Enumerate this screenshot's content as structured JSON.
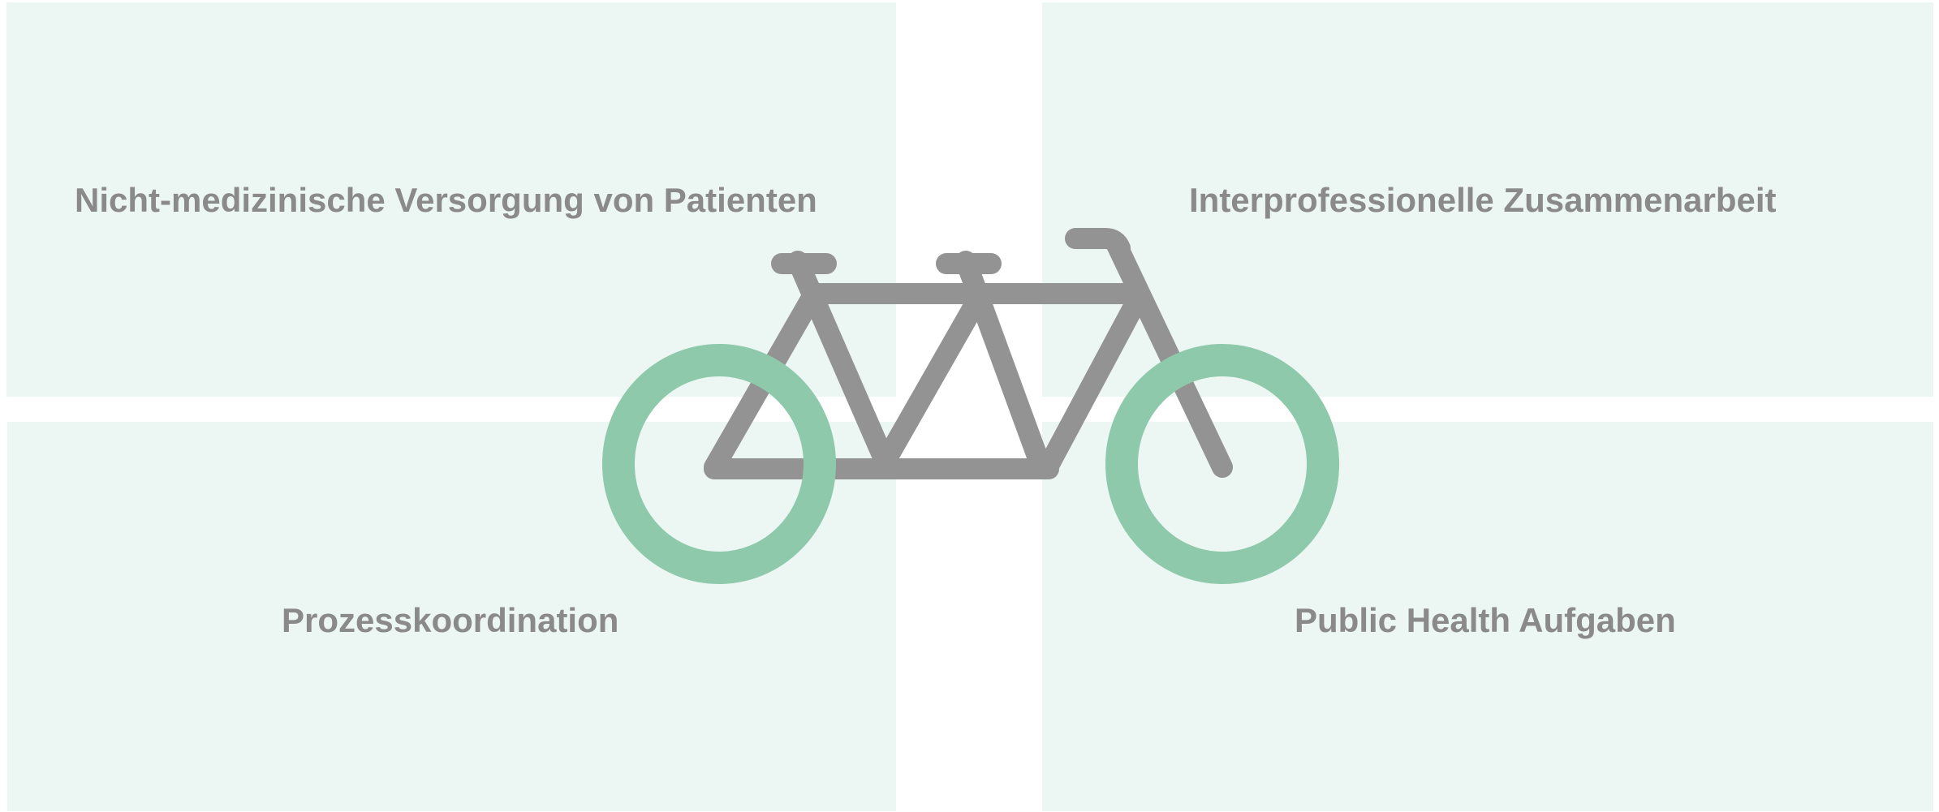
{
  "diagram": {
    "quadrants": [
      {
        "id": "top-left",
        "label": "Nicht-medizinische Versorgung von Patienten"
      },
      {
        "id": "top-right",
        "label": "Interprofessionelle Zusammenarbeit"
      },
      {
        "id": "bottom-left",
        "label": "Prozesskoordination"
      },
      {
        "id": "bottom-right",
        "label": "Public Health Aufgaben"
      }
    ],
    "center_icon": "tandem-bicycle-icon",
    "colors": {
      "quadrant_fill": "#ecf6f3",
      "label_text": "#8a8a8a",
      "bike_frame": "#939393",
      "bike_wheels": "#8dc9aa",
      "background": "#ffffff"
    }
  }
}
